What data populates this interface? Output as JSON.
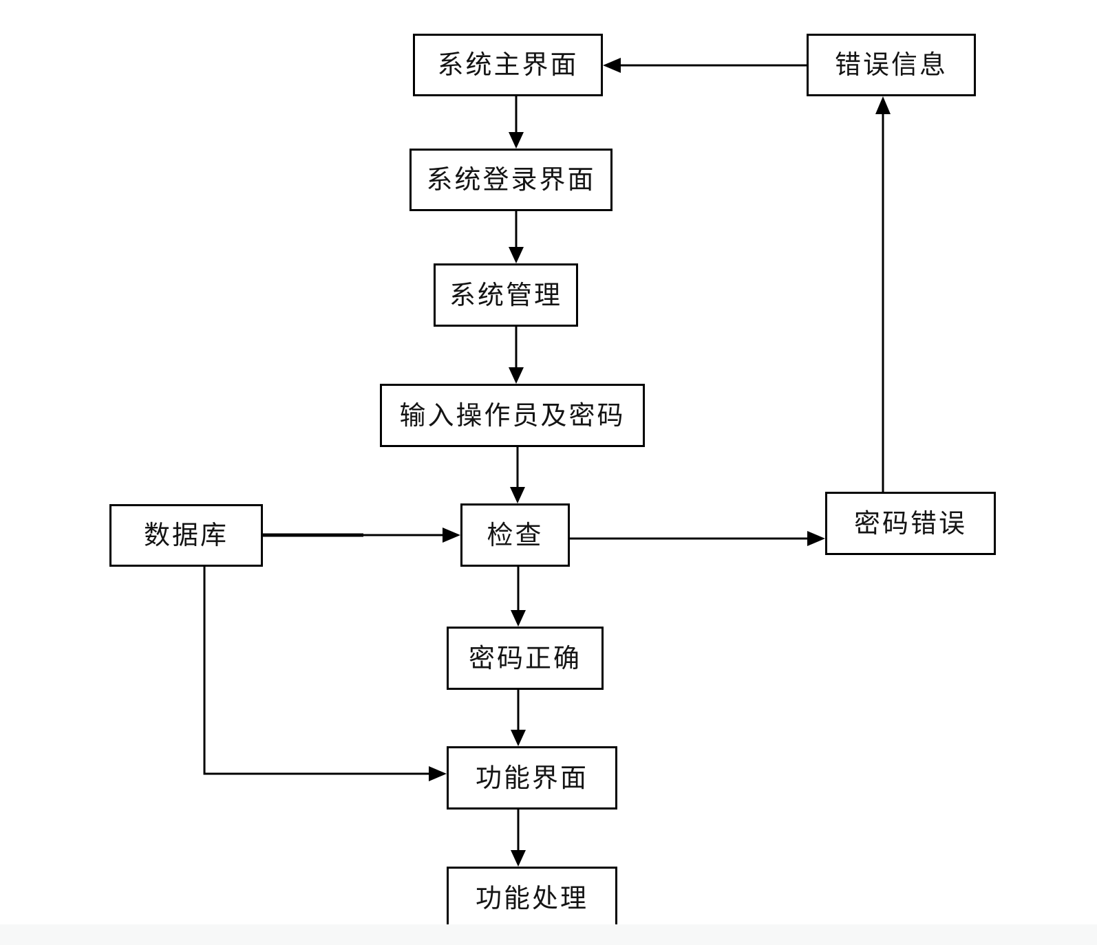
{
  "diagram": {
    "nodes": [
      {
        "id": "main-interface",
        "label": "系统主界面"
      },
      {
        "id": "error-info",
        "label": "错误信息"
      },
      {
        "id": "login-interface",
        "label": "系统登录界面"
      },
      {
        "id": "system-management",
        "label": "系统管理"
      },
      {
        "id": "input-operator-password",
        "label": "输入操作员及密码"
      },
      {
        "id": "database",
        "label": "数据库"
      },
      {
        "id": "check",
        "label": "检查"
      },
      {
        "id": "password-wrong",
        "label": "密码错误"
      },
      {
        "id": "password-correct",
        "label": "密码正确"
      },
      {
        "id": "function-interface",
        "label": "功能界面"
      },
      {
        "id": "function-processing",
        "label": "功能处理"
      }
    ],
    "edges": [
      {
        "from": "main-interface",
        "to": "login-interface"
      },
      {
        "from": "login-interface",
        "to": "system-management"
      },
      {
        "from": "system-management",
        "to": "input-operator-password"
      },
      {
        "from": "input-operator-password",
        "to": "check"
      },
      {
        "from": "database",
        "to": "check"
      },
      {
        "from": "check",
        "to": "password-wrong"
      },
      {
        "from": "password-wrong",
        "to": "error-info"
      },
      {
        "from": "error-info",
        "to": "main-interface"
      },
      {
        "from": "check",
        "to": "password-correct"
      },
      {
        "from": "password-correct",
        "to": "function-interface"
      },
      {
        "from": "database",
        "to": "function-interface"
      },
      {
        "from": "function-interface",
        "to": "function-processing"
      }
    ],
    "colors": {
      "stroke": "#000000",
      "text": "#141414",
      "background": "#ffffff"
    }
  }
}
